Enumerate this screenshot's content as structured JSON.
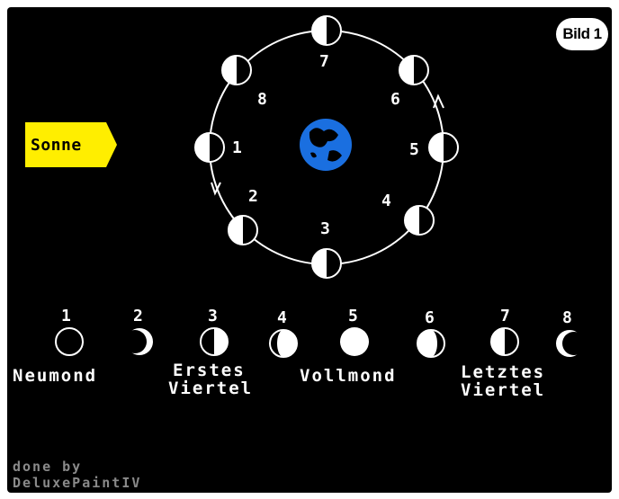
{
  "badge": "Bild 1",
  "sun_label": "Sonne",
  "orbit_numbers": [
    "1",
    "2",
    "3",
    "4",
    "5",
    "6",
    "7",
    "8"
  ],
  "row_numbers": [
    "1",
    "2",
    "3",
    "4",
    "5",
    "6",
    "7",
    "8"
  ],
  "phase_names": {
    "new_moon": "Neumond",
    "first_quarter_line1": "Erstes",
    "first_quarter_line2": "Viertel",
    "full_moon": "Vollmond",
    "last_quarter_line1": "Letztes",
    "last_quarter_line2": "Viertel"
  },
  "credit": {
    "line1": "done by",
    "line2": "DeluxePaintIV"
  },
  "colors": {
    "background": "#000000",
    "sun_arrow": "#ffee00",
    "earth": "#1a6fe0",
    "moon": "#ffffff",
    "credit_text": "#8a8a8a"
  }
}
